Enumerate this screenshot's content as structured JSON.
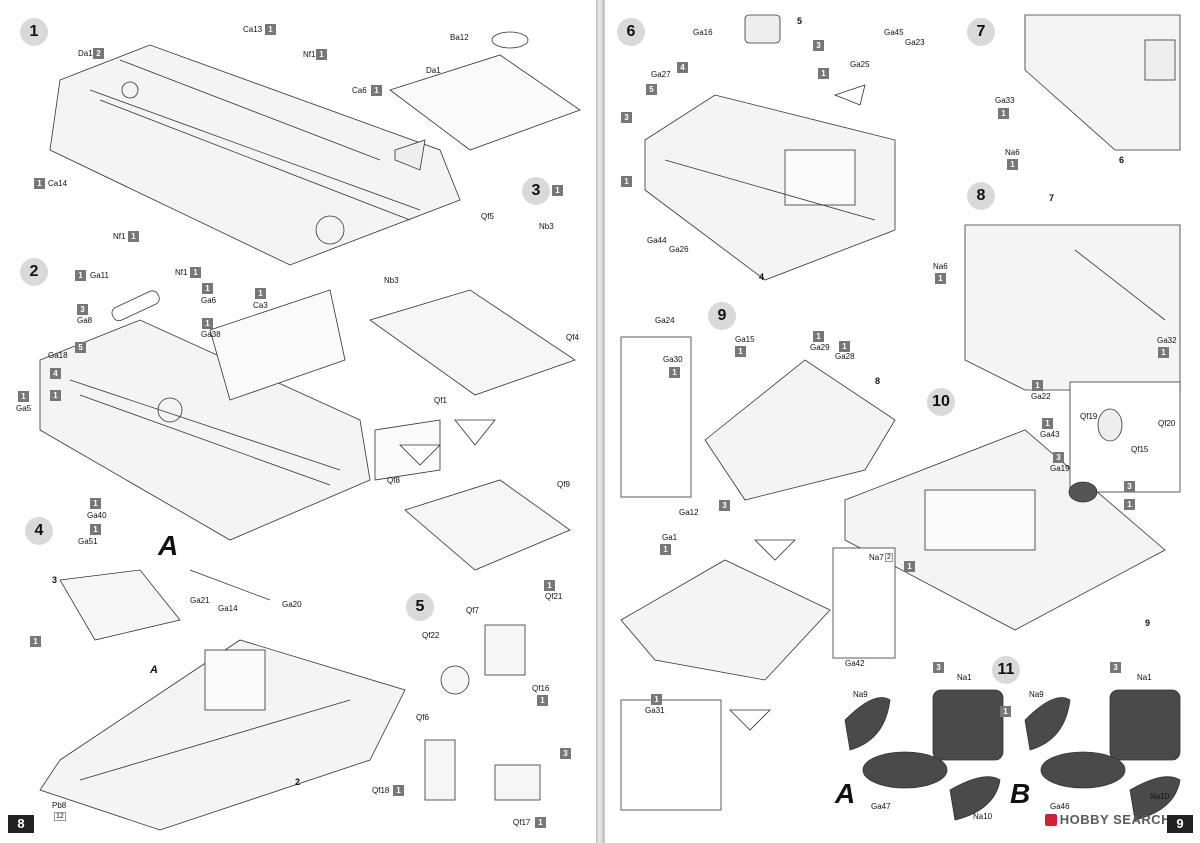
{
  "left_page": {
    "page_number": "8",
    "steps": [
      {
        "number": "1"
      },
      {
        "number": "2"
      },
      {
        "number": "3"
      },
      {
        "number": "4"
      },
      {
        "number": "5"
      }
    ],
    "step3_sprue": "1",
    "letters": [
      "A",
      "A"
    ],
    "labels": {
      "ba12": "Ba12",
      "da1_top": "Da1",
      "da1": "Da1",
      "ca13": "Ca13",
      "nf1_a": "Nf1",
      "ca6": "Ca6",
      "ca14": "Ca14",
      "nf1_b": "Nf1",
      "nf1_c": "Nf1",
      "ga11": "Ga11",
      "ga8": "Ga8",
      "ga6": "Ga6",
      "ga38": "Ga38",
      "ca3": "Ca3",
      "ga18": "Ga18",
      "ga5": "Ga5",
      "nb3_a": "Nb3",
      "nb3_b": "Nb3",
      "qf5": "Qf5",
      "qf4": "Qf4",
      "qf1": "Qf1",
      "qf8": "Qf8",
      "qf9": "Qf9",
      "ga40": "Ga40",
      "ga51": "Ga51",
      "ga21": "Ga21",
      "ga14": "Ga14",
      "ga20": "Ga20",
      "pb8": "Pb8",
      "pb8_sub": "12",
      "qf7": "Qf7",
      "qf21": "Qf21",
      "qf22": "Qf22",
      "qf16": "Qf16",
      "qf6": "Qf6",
      "qf18": "Qf18",
      "qf17": "Qf17"
    },
    "sprues": {
      "da1": "2",
      "ca13": "1",
      "nf1_a": "1",
      "ca6": "1",
      "ca14": "1",
      "nf1_b": "1",
      "nf1_c": "1",
      "ga11": "1",
      "ga8": "3",
      "ga6": "1",
      "ga38": "1",
      "ca3": "1",
      "ga18": "5",
      "ga5": "1",
      "ga40": "1",
      "ga51": "1",
      "qf21": "1",
      "qf16": "1",
      "qf18": "1",
      "qf17": "1",
      "s2_a": "4",
      "s2_b": "1",
      "s4_part": "1",
      "s5_part": "3"
    },
    "callouts": {
      "c3": "3",
      "c2": "2"
    }
  },
  "right_page": {
    "page_number": "9",
    "steps": [
      {
        "number": "6"
      },
      {
        "number": "7"
      },
      {
        "number": "8"
      },
      {
        "number": "9"
      },
      {
        "number": "10"
      },
      {
        "number": "11"
      }
    ],
    "letters": [
      "A",
      "B"
    ],
    "labels": {
      "ga16": "Ga16",
      "ga27": "Ga27",
      "ga45": "Ga45",
      "ga23": "Ga23",
      "ga25": "Ga25",
      "ga44": "Ga44",
      "ga26": "Ga26",
      "ga24": "Ga24",
      "ga33": "Ga33",
      "na6_a": "Na6",
      "na6_b": "Na6",
      "ga32": "Ga32",
      "ga30": "Ga30",
      "ga15": "Ga15",
      "ga29": "Ga29",
      "ga28": "Ga28",
      "ga12": "Ga12",
      "ga1": "Ga1",
      "ga31": "Ga31",
      "ga22": "Ga22",
      "ga43": "Ga43",
      "ga19": "Ga19",
      "qf19": "Qf19",
      "qf20": "Qf20",
      "qf15": "Qf15",
      "na7": "Na7",
      "na7_sub": "2",
      "ga42": "Ga42",
      "na9_a": "Na9",
      "na1_a": "Na1",
      "ga47": "Ga47",
      "na10_a": "Na10",
      "na9_b": "Na9",
      "na1_b": "Na1",
      "ga46": "Ga46",
      "na10_b": "Na10"
    },
    "sprues": {
      "ga27": "4",
      "s6_a": "5",
      "s6_b": "3",
      "s6_c": "1",
      "s6_d": "3",
      "s6_e": "1",
      "ga33": "1",
      "na6_a": "1",
      "na6_b": "1",
      "ga32": "1",
      "ga30": "1",
      "ga15": "1",
      "ga29": "1",
      "ga28": "1",
      "ga12": "3",
      "ga1": "1",
      "ga31": "1",
      "ga22": "1",
      "ga43": "1",
      "ga19": "3",
      "s10_a": "3",
      "s10_b": "1",
      "s10_c": "1",
      "s11_na1_a": "3",
      "s11_mid_a": "1",
      "s11_na1_b": "3"
    },
    "callouts": {
      "c5": "5",
      "c4": "4",
      "c6": "6",
      "c7": "7",
      "c8": "8",
      "c9": "9"
    }
  },
  "watermark": "HOBBY SEARCH",
  "colors": {
    "step_circle": "#d9d9d9",
    "sprue_box": "#777777",
    "seat_fill": "#4a4a4a",
    "page_bg": "#ffffff"
  }
}
